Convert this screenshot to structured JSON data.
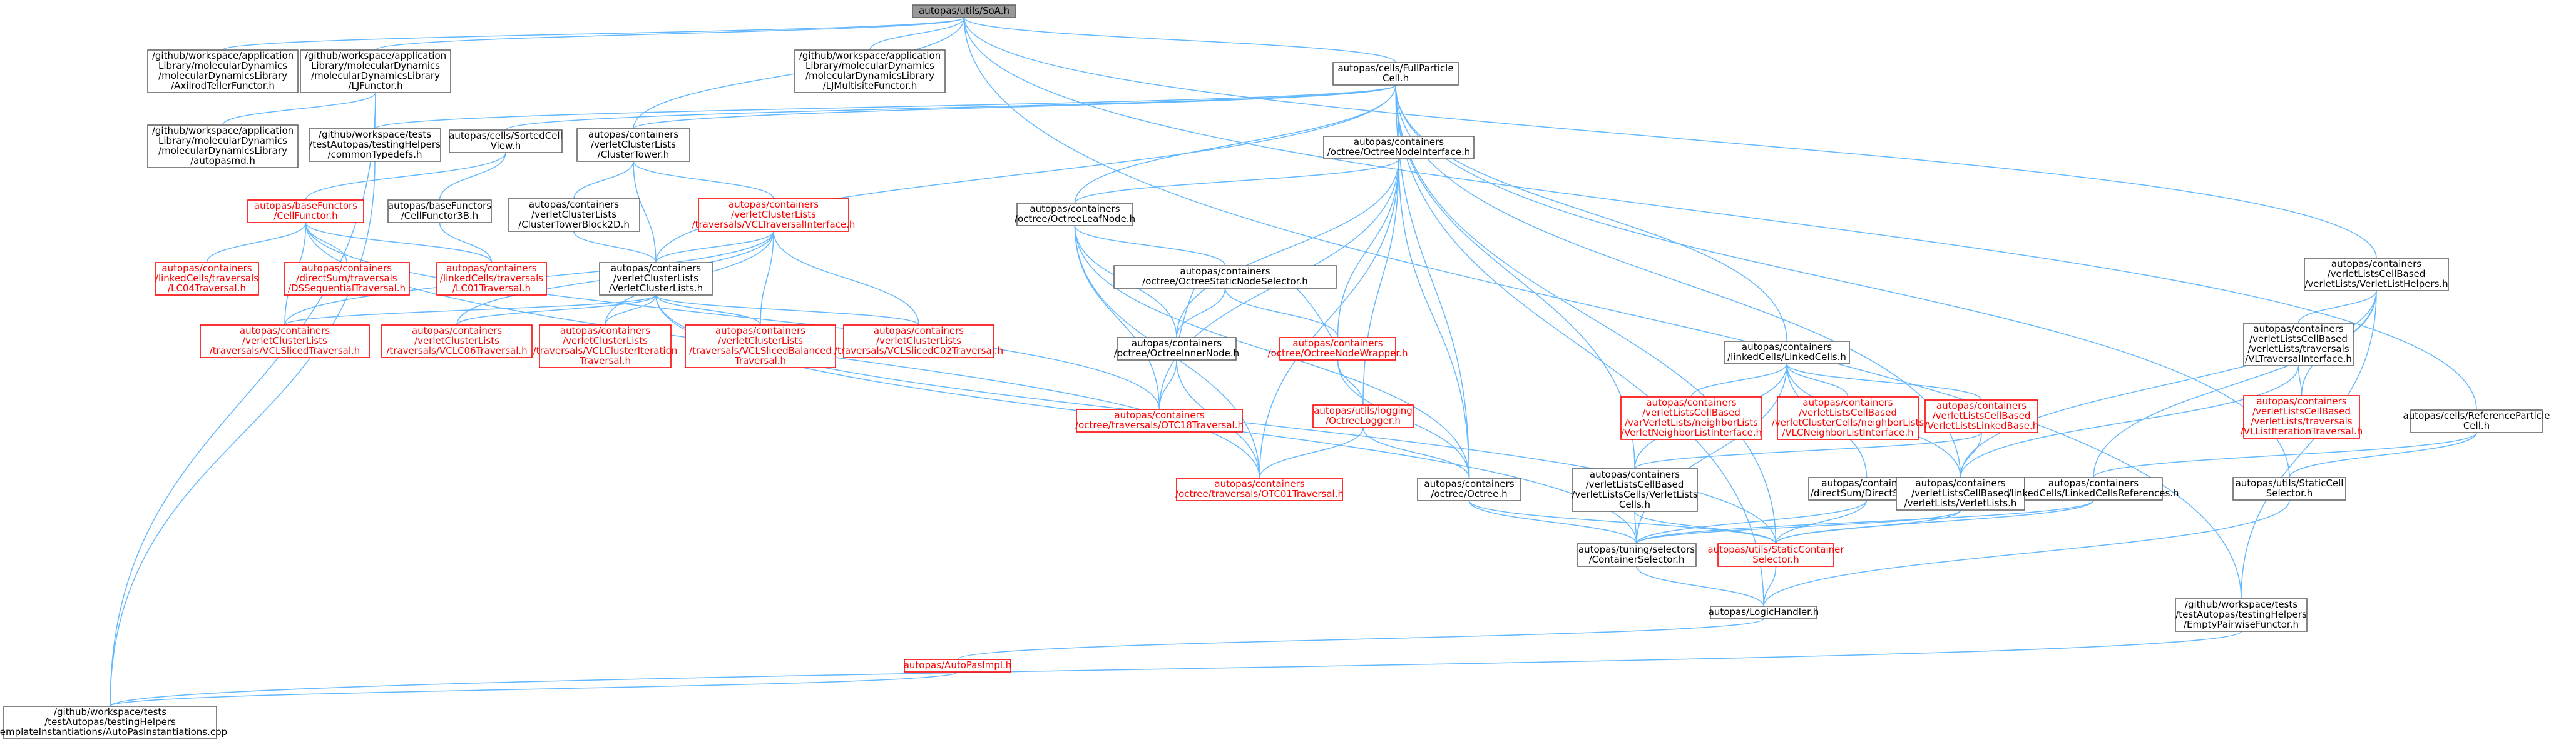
{
  "diagram": {
    "nodes": [
      {
        "id": "n0",
        "lines": [
          "autopas/utils/SoA.h"
        ],
        "style": "root"
      },
      {
        "id": "n1",
        "lines": [
          "/github/workspace/application",
          "Library/molecularDynamics",
          "/molecularDynamicsLibrary",
          "/AxilrodTellerFunctor.h"
        ],
        "style": "black"
      },
      {
        "id": "n2",
        "lines": [
          "/github/workspace/application",
          "Library/molecularDynamics",
          "/molecularDynamicsLibrary",
          "/LJFunctor.h"
        ],
        "style": "black"
      },
      {
        "id": "n3",
        "lines": [
          "/github/workspace/application",
          "Library/molecularDynamics",
          "/molecularDynamicsLibrary",
          "/LJMultisiteFunctor.h"
        ],
        "style": "black"
      },
      {
        "id": "n4",
        "lines": [
          "autopas/cells/FullParticle",
          "Cell.h"
        ],
        "style": "black"
      },
      {
        "id": "n5",
        "lines": [
          "/github/workspace/application",
          "Library/molecularDynamics",
          "/molecularDynamicsLibrary",
          "/autopasmd.h"
        ],
        "style": "black"
      },
      {
        "id": "n6",
        "lines": [
          "/github/workspace/tests",
          "/testAutopas/testingHelpers",
          "/commonTypedefs.h"
        ],
        "style": "black"
      },
      {
        "id": "n7",
        "lines": [
          "autopas/cells/SortedCell",
          "View.h"
        ],
        "style": "black"
      },
      {
        "id": "n8",
        "lines": [
          "autopas/containers",
          "/verletClusterLists",
          "/ClusterTower.h"
        ],
        "style": "black"
      },
      {
        "id": "n9",
        "lines": [
          "autopas/containers",
          "/octree/OctreeNodeInterface.h"
        ],
        "style": "black"
      },
      {
        "id": "n10",
        "lines": [
          "autopas/baseFunctors",
          "/CellFunctor.h"
        ],
        "style": "red"
      },
      {
        "id": "n11",
        "lines": [
          "autopas/baseFunctors",
          "/CellFunctor3B.h"
        ],
        "style": "black"
      },
      {
        "id": "n12",
        "lines": [
          "autopas/containers",
          "/verletClusterLists",
          "/ClusterTowerBlock2D.h"
        ],
        "style": "black"
      },
      {
        "id": "n13",
        "lines": [
          "autopas/containers",
          "/verletClusterLists",
          "/traversals/VCLTraversalInterface.h"
        ],
        "style": "red"
      },
      {
        "id": "n14",
        "lines": [
          "autopas/containers",
          "/octree/OctreeLeafNode.h"
        ],
        "style": "black"
      },
      {
        "id": "n15",
        "lines": [
          "autopas/containers",
          "/octree/OctreeStaticNodeSelector.h"
        ],
        "style": "black"
      },
      {
        "id": "n16",
        "lines": [
          "autopas/containers",
          "/linkedCells/traversals",
          "/LC04Traversal.h"
        ],
        "style": "red"
      },
      {
        "id": "n17",
        "lines": [
          "autopas/containers",
          "/directSum/traversals",
          "/DSSequentialTraversal.h"
        ],
        "style": "red"
      },
      {
        "id": "n18",
        "lines": [
          "autopas/containers",
          "/linkedCells/traversals",
          "/LC01Traversal.h"
        ],
        "style": "red"
      },
      {
        "id": "n19",
        "lines": [
          "autopas/containers",
          "/verletClusterLists",
          "/VerletClusterLists.h"
        ],
        "style": "black"
      },
      {
        "id": "n20",
        "lines": [
          "autopas/containers",
          "/verletClusterLists",
          "/traversals/VCLSlicedTraversal.h"
        ],
        "style": "red"
      },
      {
        "id": "n21",
        "lines": [
          "autopas/containers",
          "/verletClusterLists",
          "/traversals/VCLC06Traversal.h"
        ],
        "style": "red"
      },
      {
        "id": "n22",
        "lines": [
          "autopas/containers",
          "/verletClusterLists",
          "/traversals/VCLClusterIteration",
          "Traversal.h"
        ],
        "style": "red"
      },
      {
        "id": "n23",
        "lines": [
          "autopas/containers",
          "/verletClusterLists",
          "/traversals/VCLSlicedBalanced",
          "Traversal.h"
        ],
        "style": "red"
      },
      {
        "id": "n24",
        "lines": [
          "autopas/containers",
          "/verletClusterLists",
          "/traversals/VCLSlicedC02Traversal.h"
        ],
        "style": "red"
      },
      {
        "id": "n25",
        "lines": [
          "autopas/containers",
          "/octree/OctreeInnerNode.h"
        ],
        "style": "black"
      },
      {
        "id": "n26",
        "lines": [
          "autopas/containers",
          "/octree/OctreeNodeWrapper.h"
        ],
        "style": "red"
      },
      {
        "id": "n27",
        "lines": [
          "autopas/containers",
          "/octree/traversals/OTC18Traversal.h"
        ],
        "style": "red"
      },
      {
        "id": "n28",
        "lines": [
          "autopas/utils/logging",
          "/OctreeLogger.h"
        ],
        "style": "red"
      },
      {
        "id": "n29",
        "lines": [
          "autopas/containers",
          "/octree/traversals/OTC01Traversal.h"
        ],
        "style": "red"
      },
      {
        "id": "n30",
        "lines": [
          "autopas/containers",
          "/octree/Octree.h"
        ],
        "style": "black"
      },
      {
        "id": "n31",
        "lines": [
          "autopas/containers",
          "/linkedCells/LinkedCells.h"
        ],
        "style": "black"
      },
      {
        "id": "n32",
        "lines": [
          "autopas/containers",
          "/verletListsCellBased",
          "/varVerletLists/neighborLists",
          "/VerletNeighborListInterface.h"
        ],
        "style": "red"
      },
      {
        "id": "n33",
        "lines": [
          "autopas/containers",
          "/verletListsCellBased",
          "/verletClusterCells/neighborLists",
          "/VLCNeighborListInterface.h"
        ],
        "style": "red"
      },
      {
        "id": "n34",
        "lines": [
          "autopas/containers",
          "/verletListsCellBased",
          "/VerletListsLinkedBase.h"
        ],
        "style": "red"
      },
      {
        "id": "n35",
        "lines": [
          "autopas/containers",
          "/verletListsCellBased",
          "/verletListsCells/VerletLists",
          "Cells.h"
        ],
        "style": "black"
      },
      {
        "id": "n36",
        "lines": [
          "autopas/containers",
          "/directSum/DirectSum.h"
        ],
        "style": "black"
      },
      {
        "id": "n37",
        "lines": [
          "autopas/containers",
          "/verletListsCellBased",
          "/verletLists/VerletLists.h"
        ],
        "style": "black"
      },
      {
        "id": "n38",
        "lines": [
          "autopas/containers",
          "/verletListsCellBased",
          "/verletLists/VerletListHelpers.h"
        ],
        "style": "black"
      },
      {
        "id": "n39",
        "lines": [
          "autopas/containers",
          "/verletListsCellBased",
          "/verletLists/traversals",
          "/VLTraversalInterface.h"
        ],
        "style": "black"
      },
      {
        "id": "n40",
        "lines": [
          "autopas/containers",
          "/verletListsCellBased",
          "/verletLists/traversals",
          "/VLListIterationTraversal.h"
        ],
        "style": "red"
      },
      {
        "id": "n41",
        "lines": [
          "autopas/cells/ReferenceParticle",
          "Cell.h"
        ],
        "style": "black"
      },
      {
        "id": "n42",
        "lines": [
          "autopas/containers",
          "/linkedCells/LinkedCellsReferences.h"
        ],
        "style": "black"
      },
      {
        "id": "n43",
        "lines": [
          "autopas/utils/StaticCell",
          "Selector.h"
        ],
        "style": "black"
      },
      {
        "id": "n44",
        "lines": [
          "autopas/tuning/selectors",
          "/ContainerSelector.h"
        ],
        "style": "black"
      },
      {
        "id": "n45",
        "lines": [
          "autopas/utils/StaticContainer",
          "Selector.h"
        ],
        "style": "red"
      },
      {
        "id": "n46",
        "lines": [
          "autopas/LogicHandler.h"
        ],
        "style": "black"
      },
      {
        "id": "n47",
        "lines": [
          "/github/workspace/tests",
          "/testAutopas/testingHelpers",
          "/EmptyPairwiseFunctor.h"
        ],
        "style": "black"
      },
      {
        "id": "n48",
        "lines": [
          "autopas/AutoPasImpl.h"
        ],
        "style": "red"
      },
      {
        "id": "n49",
        "lines": [
          "/github/workspace/tests",
          "/testAutopas/testingHelpers",
          "/templateInstantiations/AutoPasInstantiations.cpp"
        ],
        "style": "black"
      }
    ],
    "edges": [
      [
        "n0",
        "n1"
      ],
      [
        "n0",
        "n2"
      ],
      [
        "n0",
        "n3"
      ],
      [
        "n0",
        "n4"
      ],
      [
        "n0",
        "n8"
      ],
      [
        "n0",
        "n41"
      ],
      [
        "n0",
        "n38"
      ],
      [
        "n0",
        "n47"
      ],
      [
        "n2",
        "n5"
      ],
      [
        "n2",
        "n6"
      ],
      [
        "n2",
        "n49"
      ],
      [
        "n4",
        "n6"
      ],
      [
        "n4",
        "n7"
      ],
      [
        "n4",
        "n8"
      ],
      [
        "n4",
        "n9"
      ],
      [
        "n4",
        "n14"
      ],
      [
        "n4",
        "n19"
      ],
      [
        "n4",
        "n31"
      ],
      [
        "n4",
        "n35"
      ],
      [
        "n4",
        "n30"
      ],
      [
        "n4",
        "n37"
      ],
      [
        "n4",
        "n43"
      ],
      [
        "n4",
        "n46"
      ],
      [
        "n4",
        "n45"
      ],
      [
        "n6",
        "n49"
      ],
      [
        "n7",
        "n10"
      ],
      [
        "n7",
        "n11"
      ],
      [
        "n8",
        "n12"
      ],
      [
        "n8",
        "n13"
      ],
      [
        "n8",
        "n19"
      ],
      [
        "n9",
        "n14"
      ],
      [
        "n9",
        "n25"
      ],
      [
        "n9",
        "n26"
      ],
      [
        "n9",
        "n27"
      ],
      [
        "n9",
        "n28"
      ],
      [
        "n9",
        "n29"
      ],
      [
        "n9",
        "n30"
      ],
      [
        "n10",
        "n16"
      ],
      [
        "n10",
        "n17"
      ],
      [
        "n10",
        "n18"
      ],
      [
        "n10",
        "n20"
      ],
      [
        "n10",
        "n27"
      ],
      [
        "n10",
        "n29"
      ],
      [
        "n11",
        "n18"
      ],
      [
        "n12",
        "n19"
      ],
      [
        "n13",
        "n20"
      ],
      [
        "n13",
        "n21"
      ],
      [
        "n13",
        "n22"
      ],
      [
        "n13",
        "n23"
      ],
      [
        "n13",
        "n24"
      ],
      [
        "n13",
        "n19"
      ],
      [
        "n14",
        "n15"
      ],
      [
        "n14",
        "n25"
      ],
      [
        "n14",
        "n27"
      ],
      [
        "n14",
        "n29"
      ],
      [
        "n14",
        "n30"
      ],
      [
        "n15",
        "n25"
      ],
      [
        "n15",
        "n26"
      ],
      [
        "n19",
        "n20"
      ],
      [
        "n19",
        "n21"
      ],
      [
        "n19",
        "n22"
      ],
      [
        "n19",
        "n23"
      ],
      [
        "n19",
        "n24"
      ],
      [
        "n19",
        "n44"
      ],
      [
        "n19",
        "n45"
      ],
      [
        "n25",
        "n15"
      ],
      [
        "n25",
        "n27"
      ],
      [
        "n25",
        "n29"
      ],
      [
        "n26",
        "n15"
      ],
      [
        "n26",
        "n28"
      ],
      [
        "n26",
        "n30"
      ],
      [
        "n28",
        "n29"
      ],
      [
        "n28",
        "n30"
      ],
      [
        "n30",
        "n44"
      ],
      [
        "n30",
        "n45"
      ],
      [
        "n31",
        "n32"
      ],
      [
        "n31",
        "n33"
      ],
      [
        "n31",
        "n34"
      ],
      [
        "n31",
        "n35"
      ],
      [
        "n31",
        "n36"
      ],
      [
        "n31",
        "n37"
      ],
      [
        "n31",
        "n44"
      ],
      [
        "n34",
        "n35"
      ],
      [
        "n34",
        "n37"
      ],
      [
        "n35",
        "n44"
      ],
      [
        "n35",
        "n45"
      ],
      [
        "n36",
        "n44"
      ],
      [
        "n36",
        "n45"
      ],
      [
        "n37",
        "n44"
      ],
      [
        "n37",
        "n45"
      ],
      [
        "n38",
        "n39"
      ],
      [
        "n38",
        "n40"
      ],
      [
        "n38",
        "n37"
      ],
      [
        "n38",
        "n42"
      ],
      [
        "n38",
        "n47"
      ],
      [
        "n39",
        "n40"
      ],
      [
        "n39",
        "n37"
      ],
      [
        "n41",
        "n42"
      ],
      [
        "n41",
        "n43"
      ],
      [
        "n42",
        "n44"
      ],
      [
        "n42",
        "n45"
      ],
      [
        "n43",
        "n46"
      ],
      [
        "n44",
        "n46"
      ],
      [
        "n45",
        "n46"
      ],
      [
        "n46",
        "n48"
      ],
      [
        "n47",
        "n49"
      ],
      [
        "n48",
        "n49"
      ]
    ]
  }
}
